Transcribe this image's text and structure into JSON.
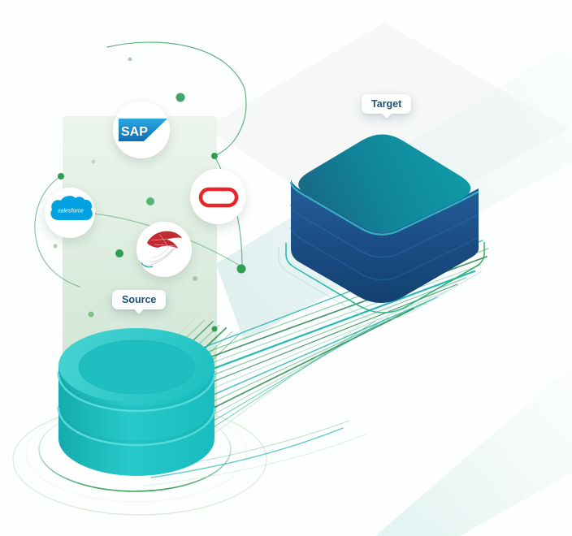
{
  "scene": {
    "source": {
      "label": "Source"
    },
    "target": {
      "label": "Target"
    },
    "logos": {
      "sap": {
        "name": "sap-logo",
        "text": "SAP",
        "color": "#1b7fc0"
      },
      "salesforce": {
        "name": "salesforce-logo",
        "text": "salesforce",
        "color": "#00a1e0"
      },
      "oracle": {
        "name": "oracle-logo",
        "color": "#e8252c"
      },
      "sqlserver": {
        "name": "sql-server-logo",
        "color": "#c22b31"
      }
    },
    "palette": {
      "teal_accent": "#14b5b0",
      "green_accent": "#2e9e4f",
      "label_text": "#1d5379",
      "cube_top": "#10859a",
      "cube_side": "#1b4d84",
      "cylinder": "#1fc2c3",
      "band_green": "#d5e9d8"
    }
  }
}
